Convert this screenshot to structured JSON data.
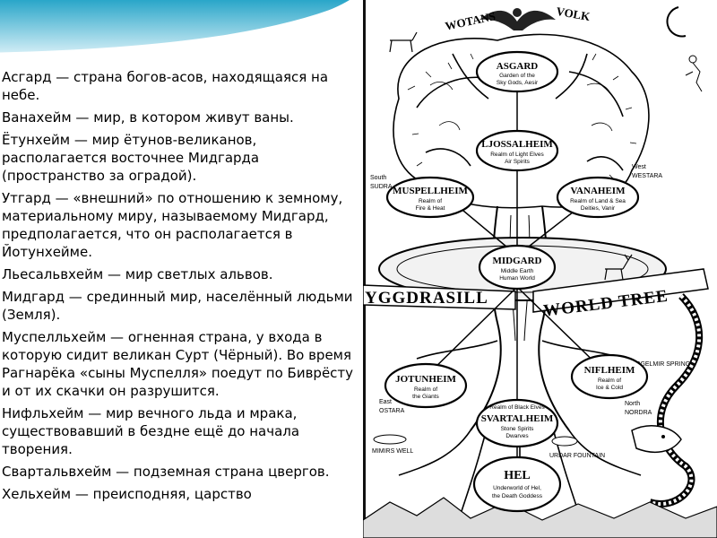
{
  "paragraphs": [
    "Асгард — страна богов-асов, находящаяся на небе.",
    "Ванахейм — мир, в котором живут ваны.",
    "Ётунхейм — мир ётунов-великанов, располагается восточнее Мидгарда (пространство за оградой).",
    "Утгард — «внешний» по отношению к земному, материальному миру, называемому Мидгард, предполагается, что он располагается в Йотунхейме.",
    "Льесальвхейм — мир светлых альвов.",
    "Мидгард — срединный мир, населённый людьми (Земля).",
    "Муспелльхейм — огненная страна, у входа в которую сидит великан Сурт (Чёрный). Во время Рагнарёка «сыны Муспелля» поедут по Биврёсту и от их скачки он разрушится.",
    "Нифльхейм — мир вечного льда и мрака, существовавший в бездне ещё до начала творения.",
    "Свартальвхейм — подземная страна цвергов.",
    "Хельхейм — преисподняя, царство"
  ],
  "illustration": {
    "top_left": "WOTANS",
    "top_right": "VOLK",
    "banner_left": "YGGDRASILL",
    "banner_right": "WORLD TREE",
    "directions": {
      "south": "South",
      "south_native": "SUDRA",
      "west": "West",
      "west_native": "WESTARA",
      "east": "East",
      "east_native": "OSTARA",
      "north": "North",
      "north_native": "NORDRA"
    },
    "springs": {
      "hvergelmir": "HVERGELMIR SPRING",
      "mimir": "MIMIRS WELL",
      "urdar": "URDAR FOUNTAIN"
    },
    "realms": {
      "asgard": {
        "name": "ASGARD",
        "l1": "Garden of the",
        "l2": "Sky Gods, Aesir"
      },
      "ljossalheim": {
        "name": "LJOSSALHEIM",
        "l1": "Realm of Light Elves",
        "l2": "Air Spirits"
      },
      "muspellheim": {
        "name": "MUSPELLHEIM",
        "l1": "Realm of",
        "l2": "Fire & Heat"
      },
      "vanaheim": {
        "name": "VANAHEIM",
        "l1": "Realm of Land & Sea",
        "l2": "Deities, Vanir"
      },
      "midgard": {
        "name": "MIDGARD",
        "l1": "Middle Earth",
        "l2": "Human World"
      },
      "jotunheim": {
        "name": "JOTUNHEIM",
        "l1": "Realm of",
        "l2": "the Giants"
      },
      "niflheim": {
        "name": "NIFLHEIM",
        "l1": "Realm of",
        "l2": "Ice & Cold"
      },
      "svartalheim": {
        "name": "SVARTALHEIM",
        "l0": "Realm of Black Elves",
        "l1": "Stone Spirits",
        "l2": "Dwarves"
      },
      "hel": {
        "name": "HEL",
        "l1": "Underworld of Hel,",
        "l2": "the Death Goddess"
      }
    }
  }
}
